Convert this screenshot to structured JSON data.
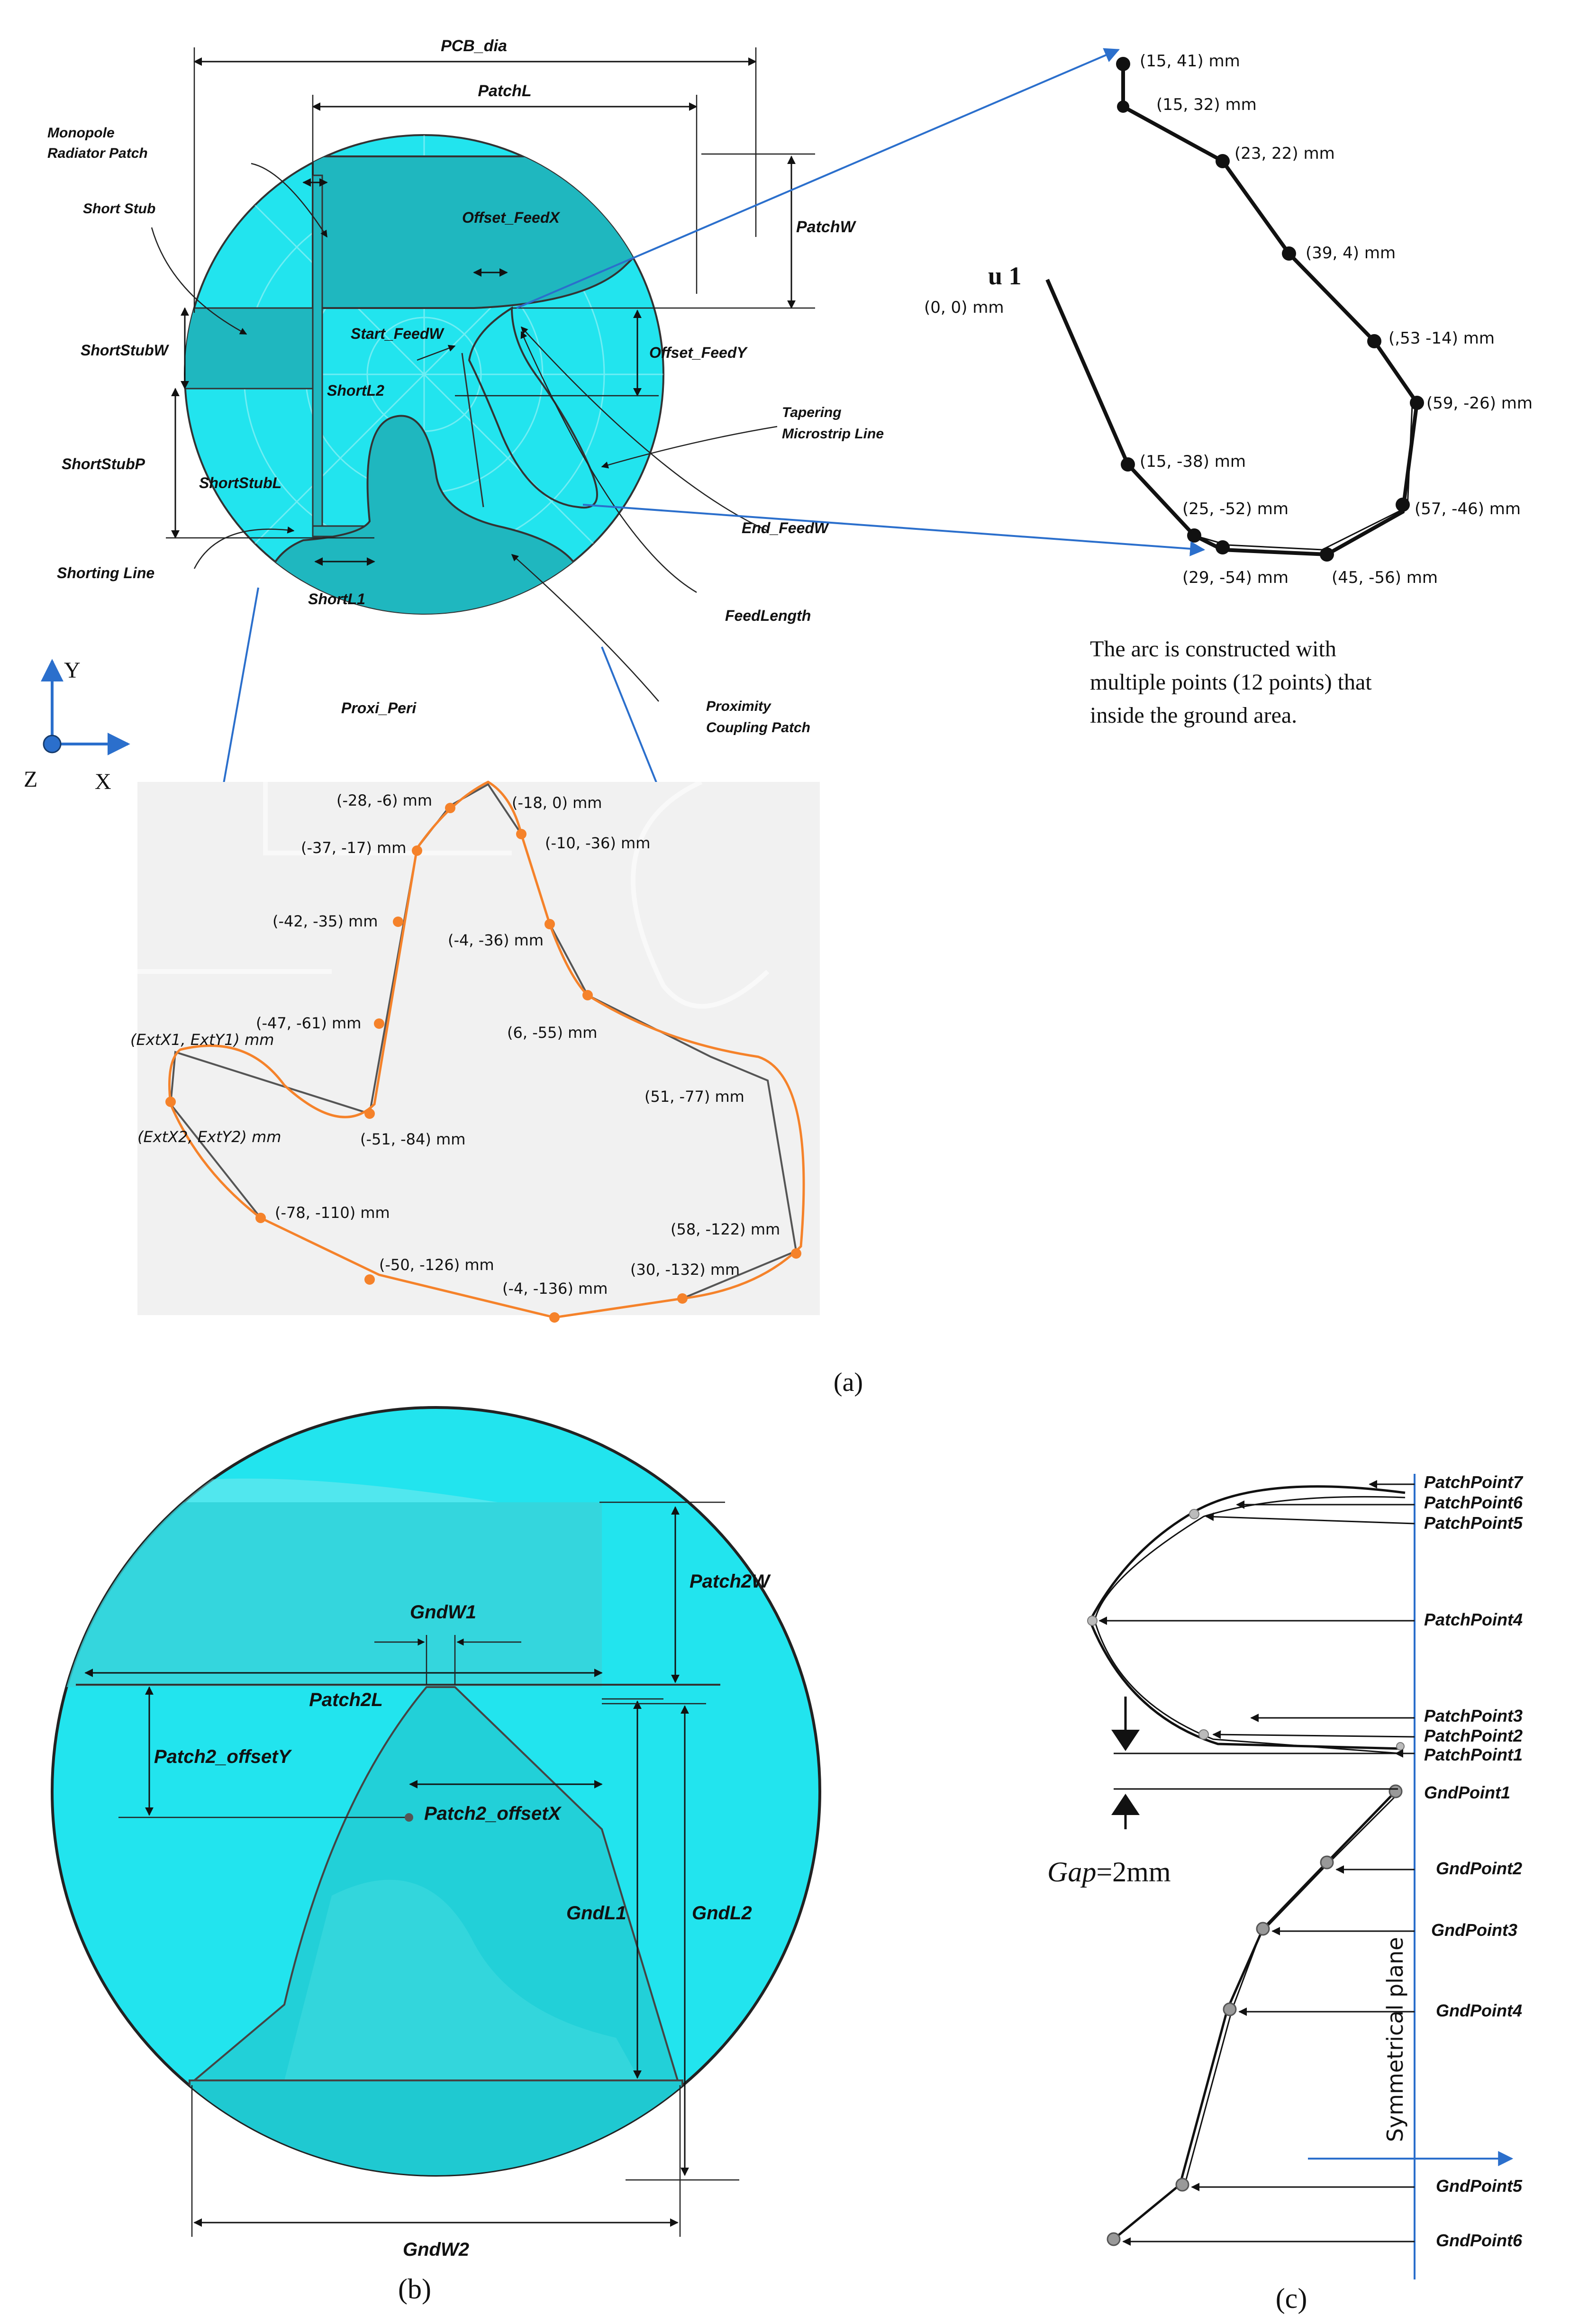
{
  "panel_a": {
    "caption": "(a)",
    "labels": {
      "pcb_dia": "PCB_dia",
      "patchL": "PatchL",
      "monopole_line1": "Monopole",
      "monopole_line2": "Radiator Patch",
      "short_stub": "Short Stub",
      "offset_feedx": "Offset_FeedX",
      "patchW": "PatchW",
      "start_feedw": "Start_FeedW",
      "offset_feedy": "Offset_FeedY",
      "shortstubw": "ShortStubW",
      "shortl2": "ShortL2",
      "tapering_line1": "Tapering",
      "tapering_line2": "Microstrip Line",
      "shortstubp": "ShortStubP",
      "shortstubl": "ShortStubL",
      "end_feedw": "End_FeedW",
      "shorting_line": "Shorting Line",
      "shortl1": "ShortL1",
      "feedlength": "FeedLength",
      "proximity_line1": "Proximity",
      "proximity_line2": "Coupling Patch",
      "proxi_peri": "Proxi_Peri"
    },
    "axes": {
      "y": "Y",
      "z": "Z",
      "x": "X"
    },
    "feed_points": [
      "(15, 41) mm",
      "(15, 32) mm",
      "(23, 22) mm",
      "(39, 4) mm",
      "(,53 -14) mm",
      "(59, -26) mm",
      "(57, -46) mm",
      "(45, -56) mm",
      "(29, -54) mm",
      "(25, -52) mm",
      "(15, -38) mm",
      "(0, 0) mm"
    ],
    "feed_symbol": "u 1",
    "arc_note_lines": [
      "The arc is constructed with",
      "multiple points (12 points) that",
      "inside the ground area."
    ],
    "proximity_points": [
      "(-28, -6) mm",
      "(-18, 0) mm",
      "(-37, -17) mm",
      "(-10, -36) mm",
      "(-42, -35) mm",
      "(-4, -36) mm",
      "(-47, -61) mm",
      "(6, -55) mm",
      "(ExtX1, ExtY1) mm",
      "(51, -77) mm",
      "(ExtX2, ExtY2) mm",
      "(-51, -84) mm",
      "(-78, -110) mm",
      "(58, -122) mm",
      "(-50, -126) mm",
      "(30, -132) mm",
      "(-4, -136) mm"
    ]
  },
  "panel_b": {
    "caption": "(b)",
    "labels": {
      "patch2w": "Patch2W",
      "gndw1": "GndW1",
      "patch2l": "Patch2L",
      "patch2_offsety": "Patch2_offsetY",
      "patch2_offsetx": "Patch2_offsetX",
      "gndl1": "GndL1",
      "gndl2": "GndL2",
      "gndw2": "GndW2"
    }
  },
  "panel_c": {
    "caption": "(c)",
    "patch_points": [
      "PatchPoint7",
      "PatchPoint6",
      "PatchPoint5",
      "PatchPoint4",
      "PatchPoint3",
      "PatchPoint2",
      "PatchPoint1"
    ],
    "gnd_points": [
      "GndPoint1",
      "GndPoint2",
      "GndPoint3",
      "GndPoint4",
      "GndPoint5",
      "GndPoint6"
    ],
    "gap_symbol": "Gap",
    "gap_value": "=2mm",
    "symmetry_label": "Symmetrical plane"
  },
  "colors": {
    "cyan": "#22e4ee",
    "dark_cyan": "#1fb7bf",
    "blue_arrow": "#2b6fcc",
    "orange": "#f5822a"
  }
}
